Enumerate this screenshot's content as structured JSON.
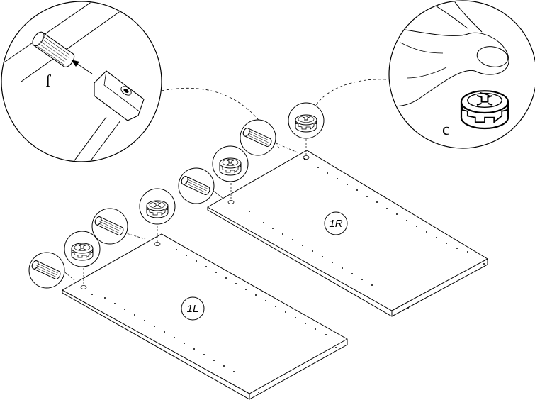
{
  "callouts": {
    "dowel_label": "f",
    "cam_label": "c"
  },
  "panels": {
    "left_label": "1L",
    "right_label": "1R"
  },
  "icons": {
    "dowel": "wooden-dowel-icon",
    "cam": "cam-lock-fitting-icon",
    "hammer": "hammer-icon",
    "thumb": "thumb-press-icon"
  }
}
